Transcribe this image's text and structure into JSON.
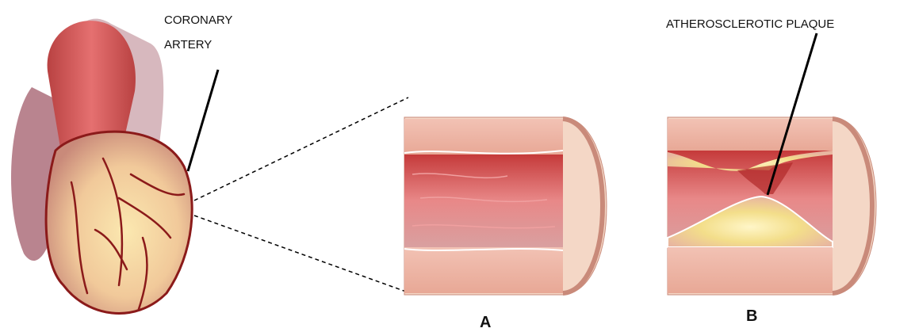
{
  "labels": {
    "coronary_line1": "CORONARY",
    "coronary_line2": "ARTERY",
    "plaque": "ATHEROSCLEROTIC PLAQUE",
    "panel_a": "A",
    "panel_b": "B"
  },
  "colors": {
    "heart_muscle": "#e9b089",
    "heart_light": "#f7dca4",
    "aorta": "#d9534f",
    "vessel_dark": "#8b1a1a",
    "lumen": "#d94747",
    "wall_tissue": "#f0b8a8",
    "plaque": "#f4e08a"
  }
}
